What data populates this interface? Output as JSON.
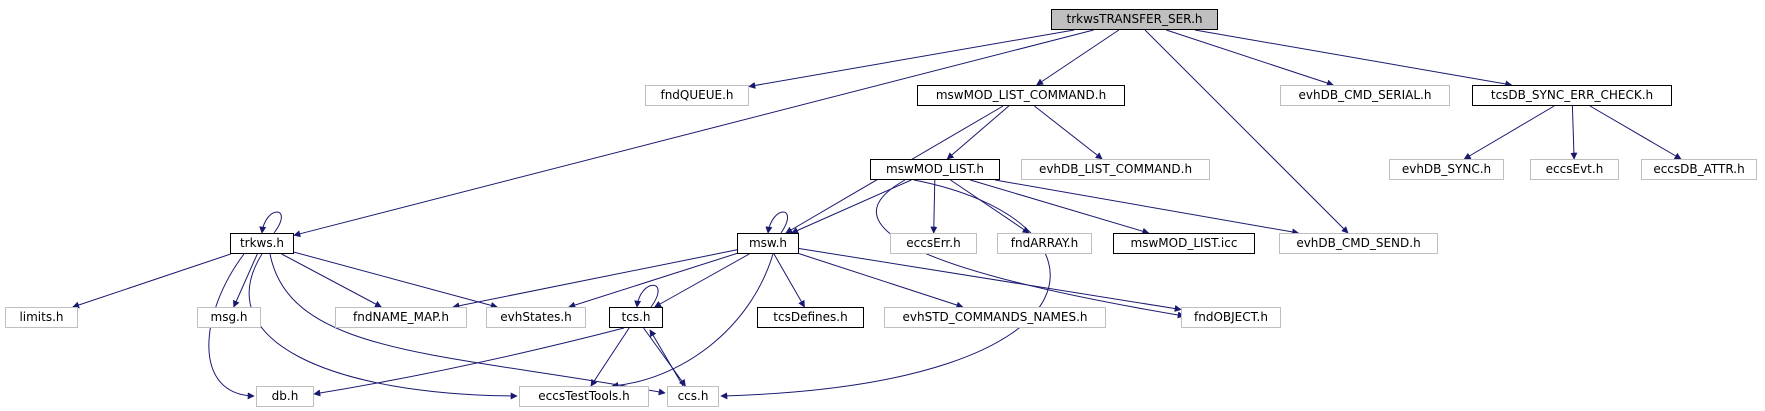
{
  "diagram": {
    "edge_color": "#191970",
    "nodes": {
      "n_root": "trkwsTRANSFER_SER.h",
      "n_fndQUEUE": "fndQUEUE.h",
      "n_mswMOD_LIST_COMMAND": "mswMOD_LIST_COMMAND.h",
      "n_evhDB_CMD_SERIAL": "evhDB_CMD_SERIAL.h",
      "n_tcsDB_SYNC_ERR_CHECK": "tcsDB_SYNC_ERR_CHECK.h",
      "n_mswMOD_LIST": "mswMOD_LIST.h",
      "n_evhDB_LIST_COMMAND": "evhDB_LIST_COMMAND.h",
      "n_evhDB_SYNC": "evhDB_SYNC.h",
      "n_eccsEvt": "eccsEvt.h",
      "n_eccsDB_ATTR": "eccsDB_ATTR.h",
      "n_trkws": "trkws.h",
      "n_msw": "msw.h",
      "n_eccsErr": "eccsErr.h",
      "n_fndARRAY": "fndARRAY.h",
      "n_mswMOD_LIST_icc": "mswMOD_LIST.icc",
      "n_evhDB_CMD_SEND": "evhDB_CMD_SEND.h",
      "n_limits": "limits.h",
      "n_msg": "msg.h",
      "n_fndNAME_MAP": "fndNAME_MAP.h",
      "n_evhStates": "evhStates.h",
      "n_tcs": "tcs.h",
      "n_tcsDefines": "tcsDefines.h",
      "n_evhSTD_COMMANDS_NAMES": "evhSTD_COMMANDS_NAMES.h",
      "n_fndOBJECT": "fndOBJECT.h",
      "n_db": "db.h",
      "n_eccsTestTools": "eccsTestTools.h",
      "n_ccs": "ccs.h"
    },
    "edges": [
      [
        "n_root",
        "n_fndQUEUE"
      ],
      [
        "n_root",
        "n_mswMOD_LIST_COMMAND"
      ],
      [
        "n_root",
        "n_evhDB_CMD_SERIAL"
      ],
      [
        "n_root",
        "n_tcsDB_SYNC_ERR_CHECK"
      ],
      [
        "n_root",
        "n_trkws"
      ],
      [
        "n_root",
        "n_evhDB_CMD_SEND"
      ],
      [
        "n_mswMOD_LIST_COMMAND",
        "n_mswMOD_LIST"
      ],
      [
        "n_mswMOD_LIST_COMMAND",
        "n_evhDB_LIST_COMMAND"
      ],
      [
        "n_mswMOD_LIST_COMMAND",
        "n_msw"
      ],
      [
        "n_tcsDB_SYNC_ERR_CHECK",
        "n_evhDB_SYNC"
      ],
      [
        "n_tcsDB_SYNC_ERR_CHECK",
        "n_eccsEvt"
      ],
      [
        "n_tcsDB_SYNC_ERR_CHECK",
        "n_eccsDB_ATTR"
      ],
      [
        "n_mswMOD_LIST",
        "n_msw"
      ],
      [
        "n_mswMOD_LIST",
        "n_eccsErr"
      ],
      [
        "n_mswMOD_LIST",
        "n_fndARRAY"
      ],
      [
        "n_mswMOD_LIST",
        "n_mswMOD_LIST_icc"
      ],
      [
        "n_mswMOD_LIST",
        "n_evhDB_CMD_SEND"
      ],
      [
        "n_mswMOD_LIST",
        "n_fndOBJECT"
      ],
      [
        "n_mswMOD_LIST",
        "n_ccs"
      ],
      [
        "n_trkws",
        "n_trkws"
      ],
      [
        "n_trkws",
        "n_limits"
      ],
      [
        "n_trkws",
        "n_msg"
      ],
      [
        "n_trkws",
        "n_fndNAME_MAP"
      ],
      [
        "n_trkws",
        "n_evhStates"
      ],
      [
        "n_trkws",
        "n_db"
      ],
      [
        "n_trkws",
        "n_eccsTestTools"
      ],
      [
        "n_trkws",
        "n_ccs"
      ],
      [
        "n_msw",
        "n_msw"
      ],
      [
        "n_msw",
        "n_fndNAME_MAP"
      ],
      [
        "n_msw",
        "n_evhStates"
      ],
      [
        "n_msw",
        "n_tcs"
      ],
      [
        "n_msw",
        "n_tcsDefines"
      ],
      [
        "n_msw",
        "n_evhSTD_COMMANDS_NAMES"
      ],
      [
        "n_msw",
        "n_fndOBJECT"
      ],
      [
        "n_msw",
        "n_eccsTestTools"
      ],
      [
        "n_tcs",
        "n_tcs"
      ],
      [
        "n_tcs",
        "n_db"
      ],
      [
        "n_tcs",
        "n_eccsTestTools"
      ],
      [
        "n_tcs",
        "n_ccs"
      ],
      [
        "n_ccs",
        "n_tcs"
      ]
    ]
  }
}
